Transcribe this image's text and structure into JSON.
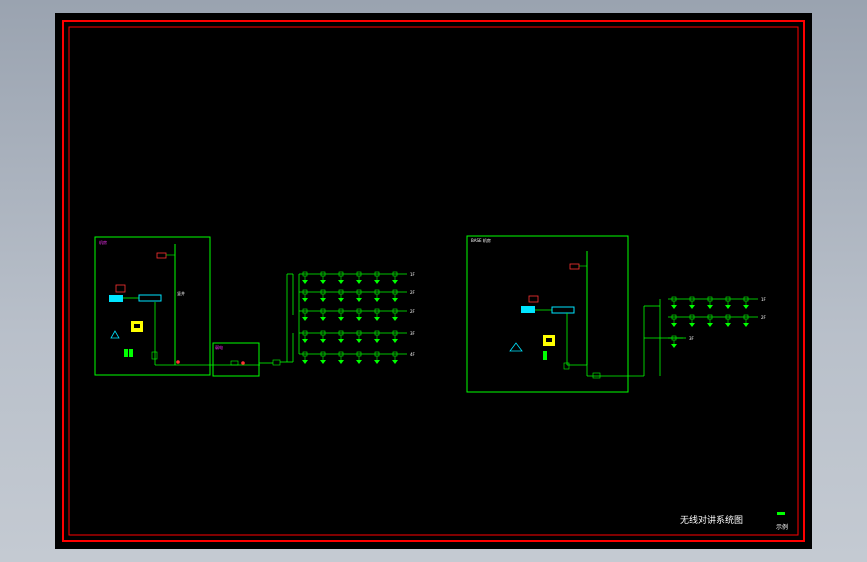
{
  "drawing": {
    "title": "无线对讲系统图",
    "page_label": "示例",
    "colors": {
      "background": "#000000",
      "frame": "#ff0000",
      "wiring": "#00ff00",
      "antenna": "#00ff00",
      "accent_cyan": "#00e5ff",
      "accent_yellow": "#ffff00",
      "accent_magenta": "#ff33ff",
      "label_white": "#ffffff"
    },
    "left_system": {
      "room_label": "机房",
      "cabinet_label": "弱电",
      "riser_label": "竖井",
      "branch_labels": [
        "1F",
        "2F",
        "3F",
        "4F"
      ]
    },
    "right_system": {
      "room_label": "BASE 机房",
      "branch_labels": [
        "1F",
        "2F",
        "3F"
      ]
    },
    "icons": {
      "antenna": "ceiling-antenna-icon",
      "repeater": "repeater-icon",
      "power": "power-supply-icon",
      "splitter": "splitter-icon",
      "coupler": "coupler-icon"
    }
  }
}
